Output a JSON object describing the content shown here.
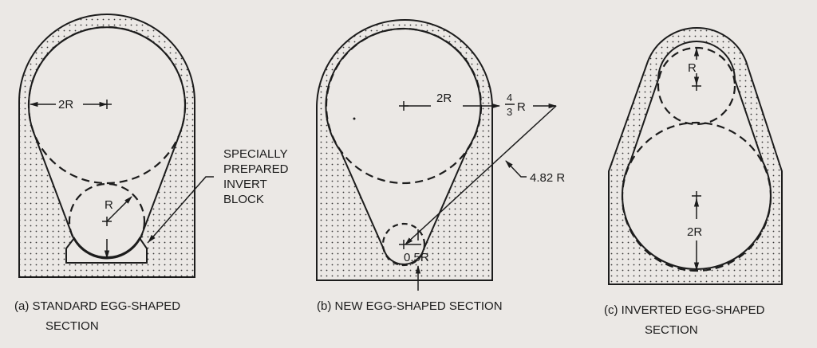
{
  "figures": [
    {
      "caption_line1": "(a) STANDARD EGG-SHAPED",
      "caption_line2": "SECTION",
      "labels": {
        "top_dim": "2R",
        "small_radius": "R",
        "callout": [
          "SPECIALLY",
          "PREPARED",
          "INVERT",
          "BLOCK"
        ]
      }
    },
    {
      "caption_line1": "(b) NEW EGG-SHAPED SECTION",
      "labels": {
        "top_dim": "2R",
        "frac_num": "4",
        "frac_den": "3",
        "frac_unit": "R",
        "long_radius": "4.82 R",
        "small_radius": "0.5R"
      }
    },
    {
      "caption_line1": "(c) INVERTED EGG-SHAPED",
      "caption_line2": "SECTION",
      "labels": {
        "small_radius": "R",
        "big_radius": "2R"
      }
    }
  ],
  "colors": {
    "paper": "#ebe8e5",
    "ink": "#1c1c1c"
  }
}
